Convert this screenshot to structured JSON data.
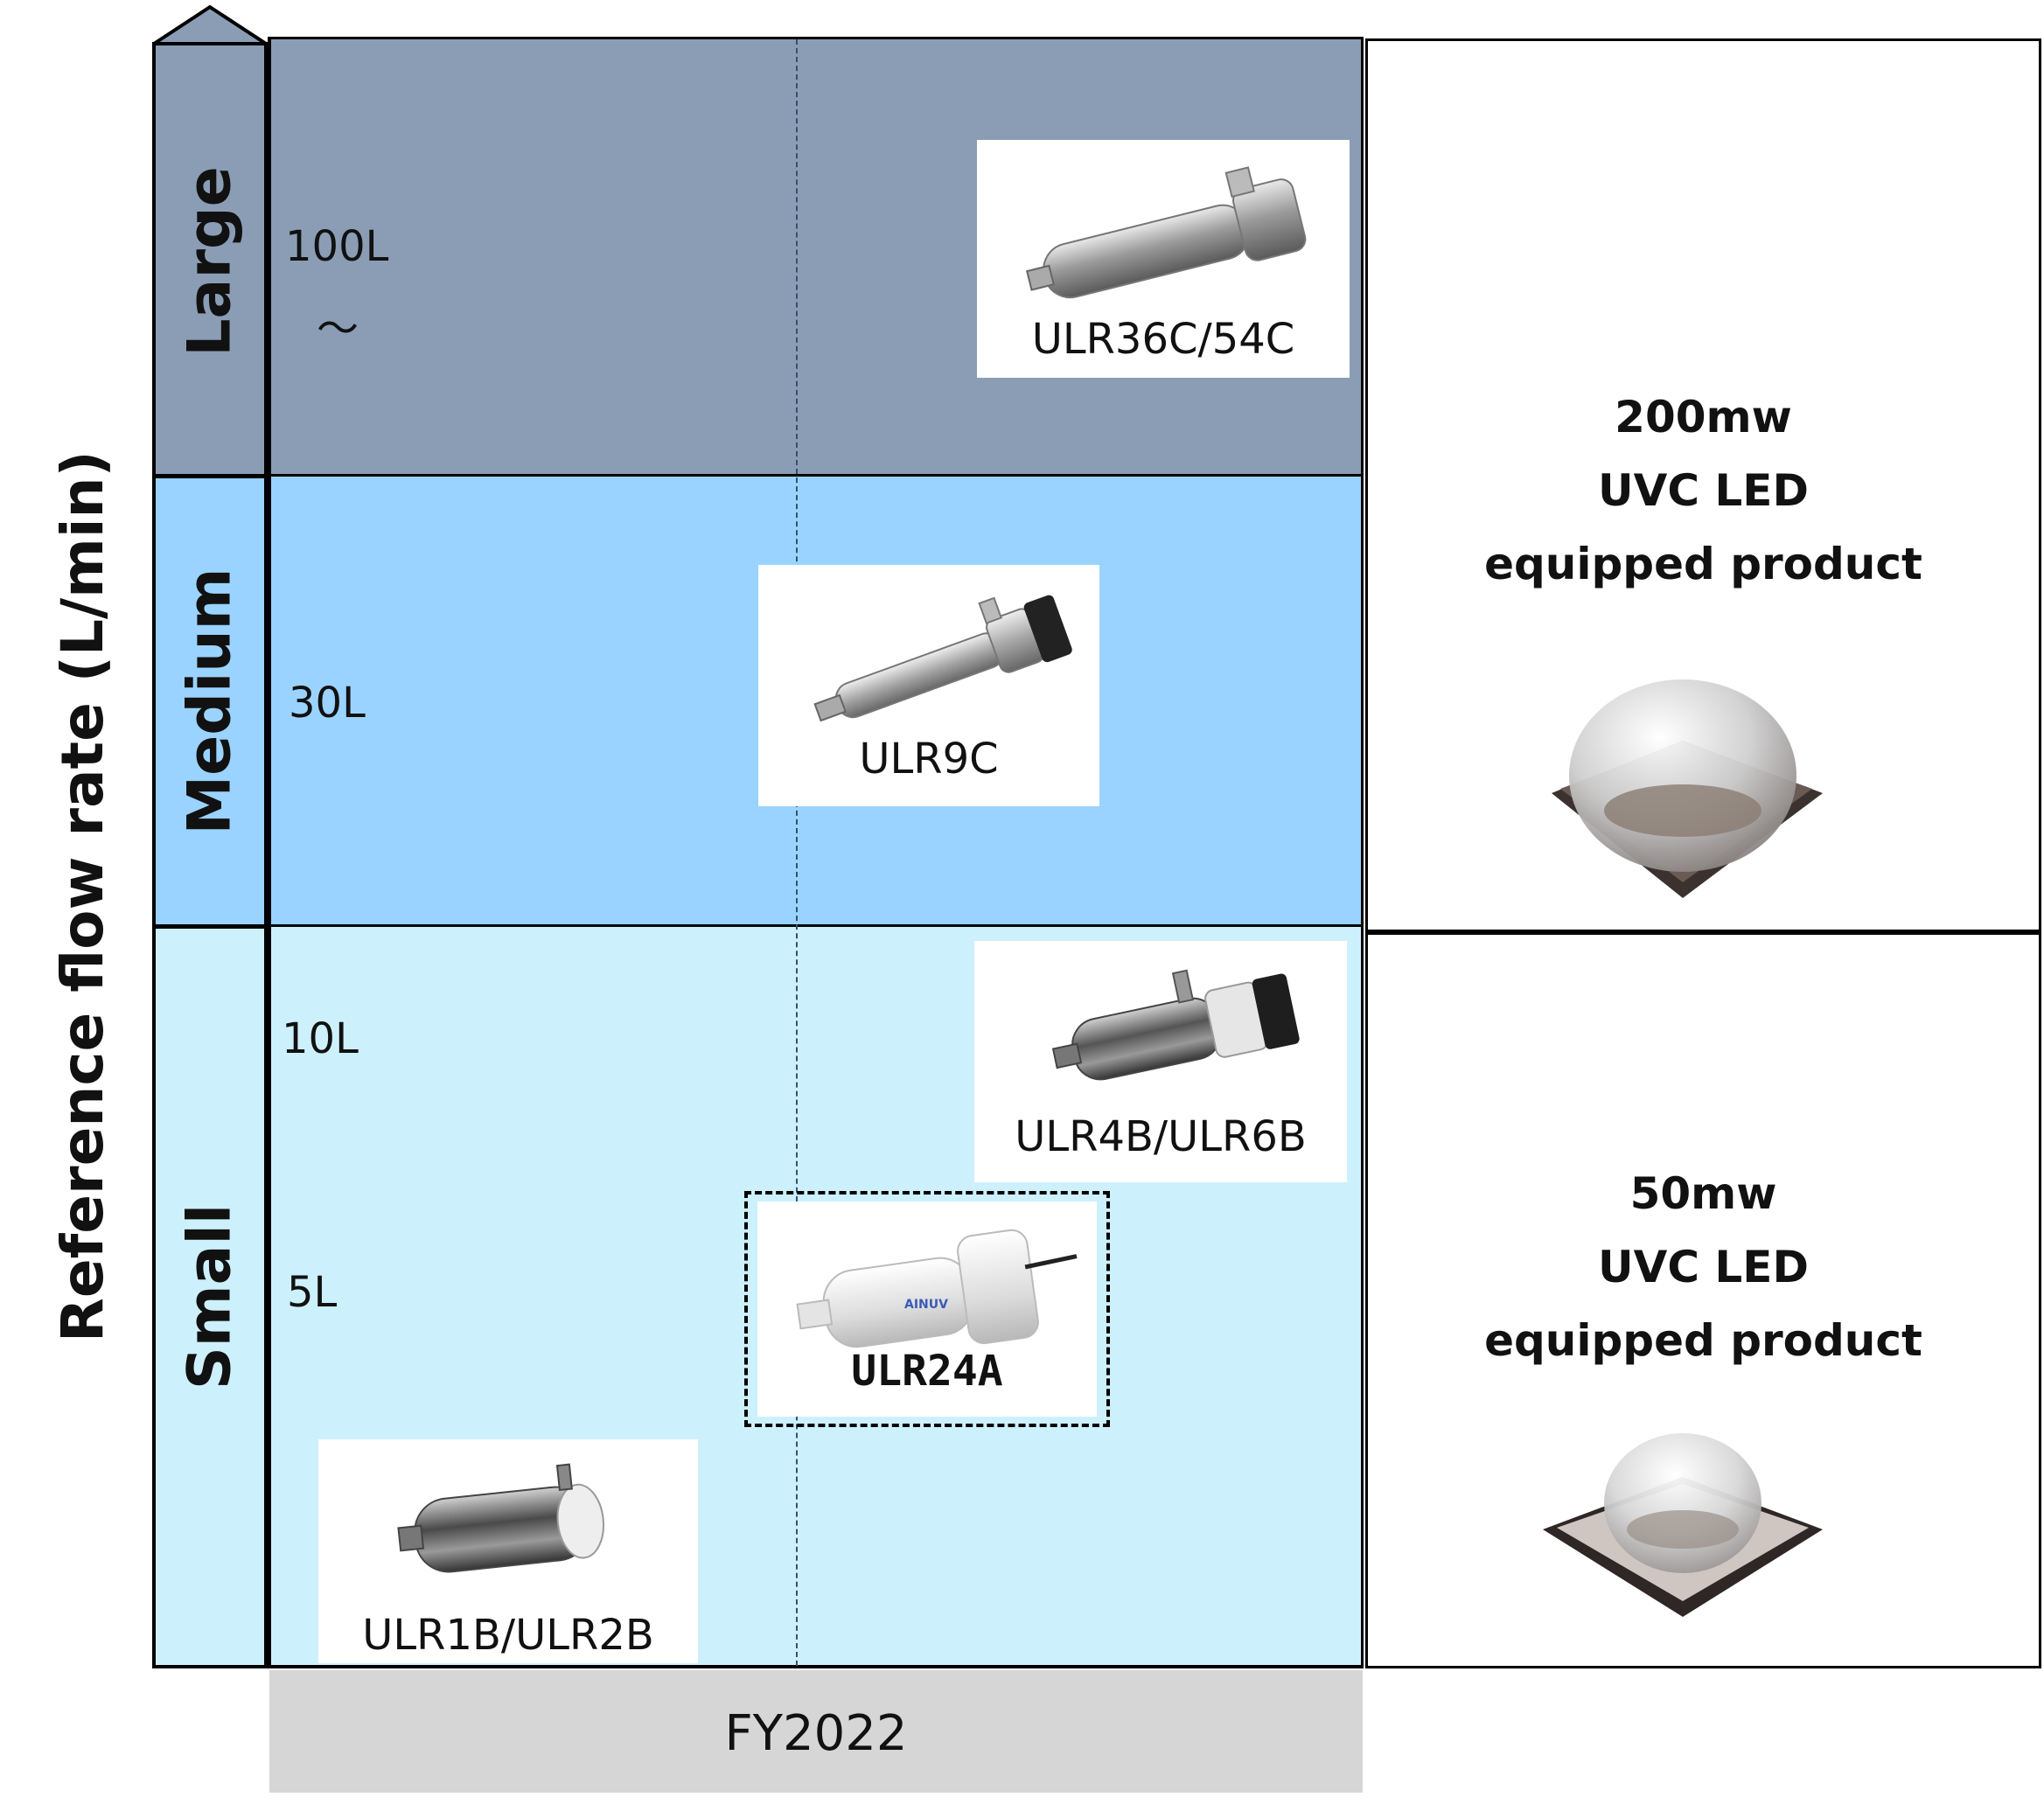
{
  "axis": {
    "ylabel": "Reference flow rate (L/min)",
    "xlabel": "FY2022"
  },
  "categories": {
    "large": "Large",
    "medium": "Medium",
    "small": "Small"
  },
  "flow_levels": {
    "l100": "100L",
    "l100_tilde": "～",
    "l30": "30L",
    "l10": "10L",
    "l5": "5L"
  },
  "products": {
    "ulr36c": "ULR36C/54C",
    "ulr9c": "ULR9C",
    "ulr4b": "ULR4B/ULR6B",
    "ulr24a": "ULR24A",
    "ulr24a_logo": "AINUV",
    "ulr1b": "ULR1B/ULR2B"
  },
  "led_panels": {
    "high": {
      "power": "200mw",
      "line2": "UVC LED",
      "line3": "equipped product"
    },
    "low": {
      "power": "50mw",
      "line2": "UVC LED",
      "line3": "equipped product"
    }
  },
  "colors": {
    "large": "#8a9db5",
    "medium": "#9ad3ff",
    "small": "#cdf0fd",
    "fy_bar": "#d6d6d6"
  }
}
